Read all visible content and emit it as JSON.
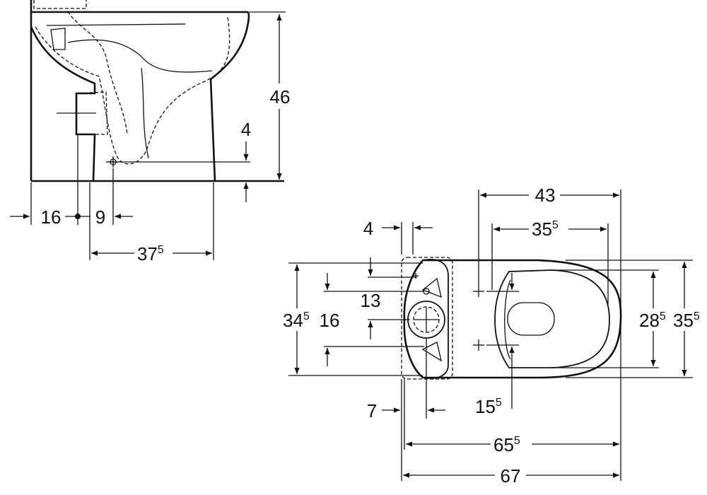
{
  "side_view": {
    "height_total": "46",
    "outlet_height": "4",
    "left_offset": "16",
    "pipe_offset": "9",
    "outlet_length": {
      "main": "37",
      "sup": "5"
    }
  },
  "top_view": {
    "outer_length": "67",
    "seat_length": {
      "main": "65",
      "sup": "5"
    },
    "fix_spacing": "43",
    "fix_inner": {
      "main": "35",
      "sup": "5"
    },
    "wall_gap": "4",
    "outlet_offset": "7",
    "cistern_depth": {
      "main": "34",
      "sup": "5"
    },
    "inlet_pitch": "16",
    "valve_offset": "13",
    "rim_width": {
      "main": "28",
      "sup": "5"
    },
    "bowl_width": {
      "main": "35",
      "sup": "5"
    },
    "fix_from_outlet": {
      "main": "15",
      "sup": "5"
    }
  }
}
